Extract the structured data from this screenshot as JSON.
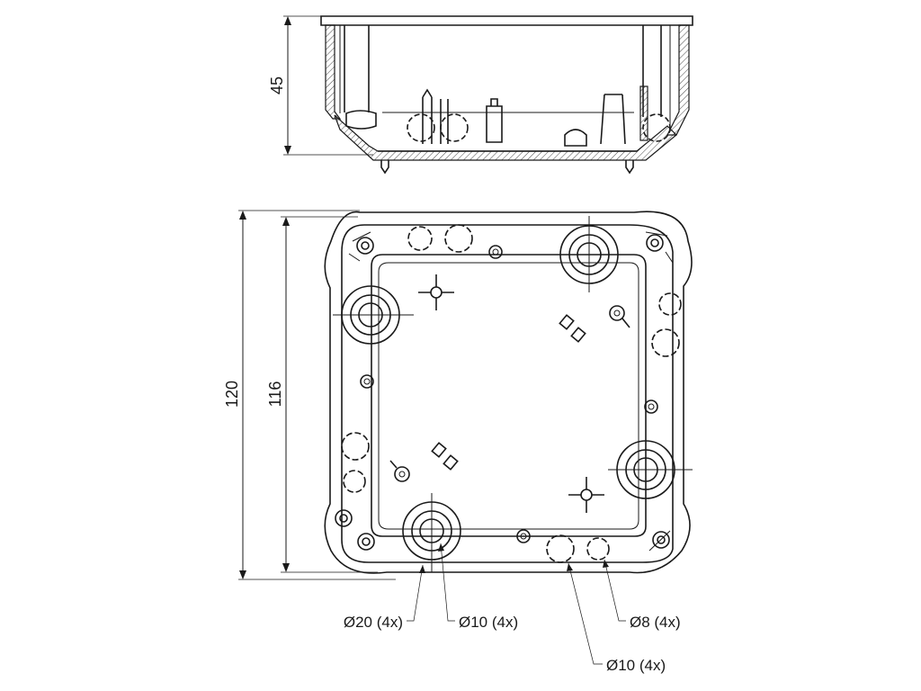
{
  "dimensions": {
    "height": "45",
    "outer_width": "120",
    "inner_width": "116"
  },
  "callouts": {
    "d20": "Ø20 (4x)",
    "d10_center": "Ø10 (4x)",
    "d8": "Ø8 (4x)",
    "d10_bottom": "Ø10 (4x)"
  },
  "colors": {
    "line": "#1a1a1a",
    "background": "#ffffff"
  }
}
